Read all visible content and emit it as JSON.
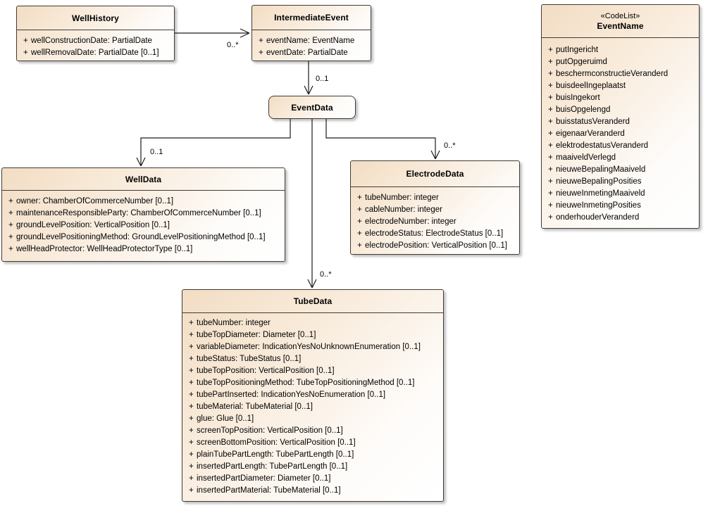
{
  "diagram": {
    "background_color": "#FFFFFF",
    "box_fill_top_left": "#F2DDC4",
    "box_fill_bottom_right": "#FFFFFF",
    "box_border_color": "#423B33",
    "connector_color": "#1C1C1C",
    "attr_visibility": "+"
  },
  "classes": {
    "wellHistory": {
      "name": "WellHistory",
      "attributes": [
        "wellConstructionDate: PartialDate",
        "wellRemovalDate: PartialDate [0..1]"
      ]
    },
    "intermediateEvent": {
      "name": "IntermediateEvent",
      "attributes": [
        "eventName: EventName",
        "eventDate: PartialDate"
      ]
    },
    "eventName": {
      "stereotype": "«CodeList»",
      "name": "EventName",
      "attributes": [
        "putIngericht",
        "putOpgeruimd",
        "beschermconstructieVeranderd",
        "buisdeelIngeplaatst",
        "buisIngekort",
        "buisOpgelengd",
        "buisstatusVeranderd",
        "eigenaarVeranderd",
        "elektrodestatusVeranderd",
        "maaiveldVerlegd",
        "nieuweBepalingMaaiveld",
        "nieuweBepalingPosities",
        "nieuweInmetingMaaiveld",
        "nieuweInmetingPosities",
        "onderhouderVeranderd"
      ]
    },
    "eventData": {
      "name": "EventData"
    },
    "wellData": {
      "name": "WellData",
      "attributes": [
        "owner: ChamberOfCommerceNumber [0..1]",
        "maintenanceResponsibleParty: ChamberOfCommerceNumber [0..1]",
        "groundLevelPosition: VerticalPosition [0..1]",
        "groundLevelPositioningMethod: GroundLevelPositioningMethod [0..1]",
        "wellHeadProtector: WellHeadProtectorType [0..1]"
      ]
    },
    "electrodeData": {
      "name": "ElectrodeData",
      "attributes": [
        "tubeNumber: integer",
        "cableNumber: integer",
        "electrodeNumber: integer",
        "electrodeStatus: ElectrodeStatus [0..1]",
        "electrodePosition: VerticalPosition [0..1]"
      ]
    },
    "tubeData": {
      "name": "TubeData",
      "attributes": [
        "tubeNumber: integer",
        "tubeTopDiameter: Diameter [0..1]",
        "variableDiameter: IndicationYesNoUnknownEnumeration [0..1]",
        "tubeStatus: TubeStatus [0..1]",
        "tubeTopPosition: VerticalPosition [0..1]",
        "tubeTopPositioningMethod: TubeTopPositioningMethod [0..1]",
        "tubePartInserted: IndicationYesNoEnumeration [0..1]",
        "tubeMaterial: TubeMaterial [0..1]",
        "glue: Glue [0..1]",
        "screenTopPosition: VerticalPosition [0..1]",
        "screenBottomPosition: VerticalPosition [0..1]",
        "plainTubePartLength: TubePartLength [0..1]",
        "insertedPartLength: TubePartLength [0..1]",
        "insertedPartDiameter: Diameter [0..1]",
        "insertedPartMaterial: TubeMaterial [0..1]"
      ]
    }
  },
  "connectors": {
    "wellHistory_to_intermediateEvent": {
      "multiplicity": "0..*"
    },
    "intermediateEvent_to_eventData": {
      "multiplicity": "0..1"
    },
    "eventData_to_wellData": {
      "multiplicity": "0..1"
    },
    "eventData_to_tubeData": {
      "multiplicity": "0..*"
    },
    "eventData_to_electrodeData": {
      "multiplicity": "0..*"
    }
  }
}
